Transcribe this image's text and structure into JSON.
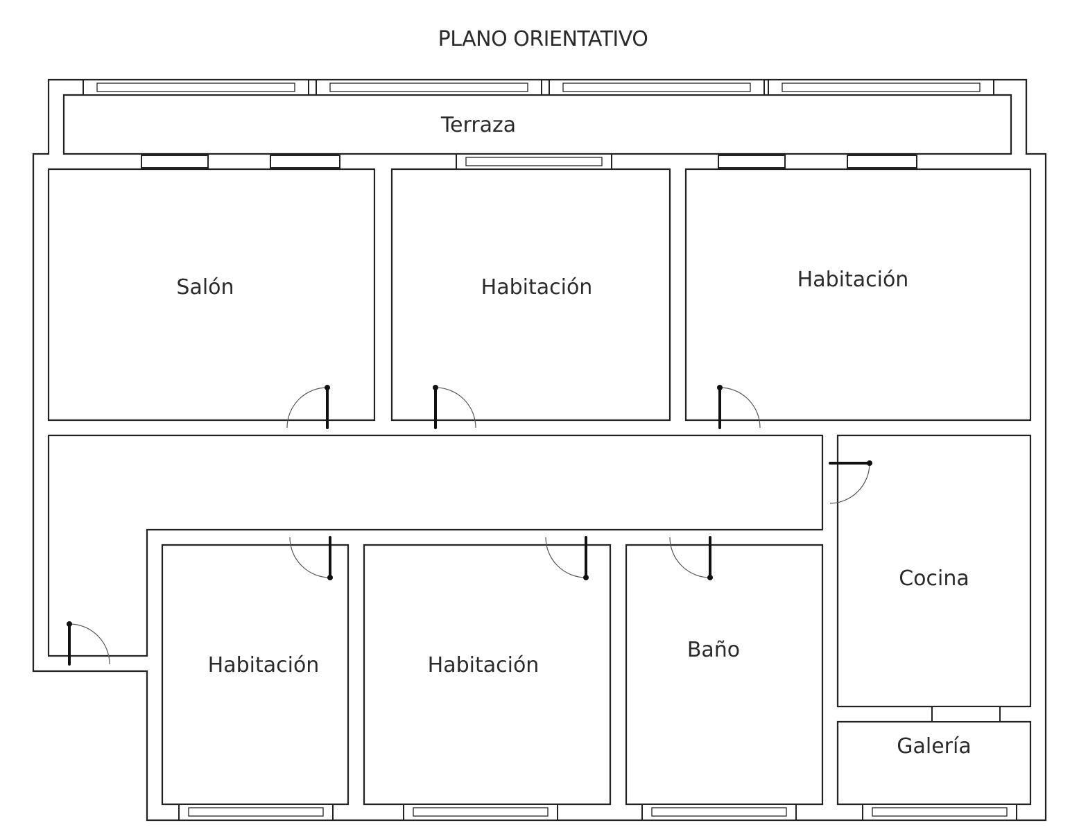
{
  "title": "PLANO ORIENTATIVO",
  "rooms": {
    "terraza": "Terraza",
    "salon": "Salón",
    "habitacion_1": "Habitación",
    "habitacion_2": "Habitación",
    "habitacion_3": "Habitación",
    "habitacion_4": "Habitación",
    "bano": "Baño",
    "cocina": "Cocina",
    "galeria": "Galería"
  }
}
